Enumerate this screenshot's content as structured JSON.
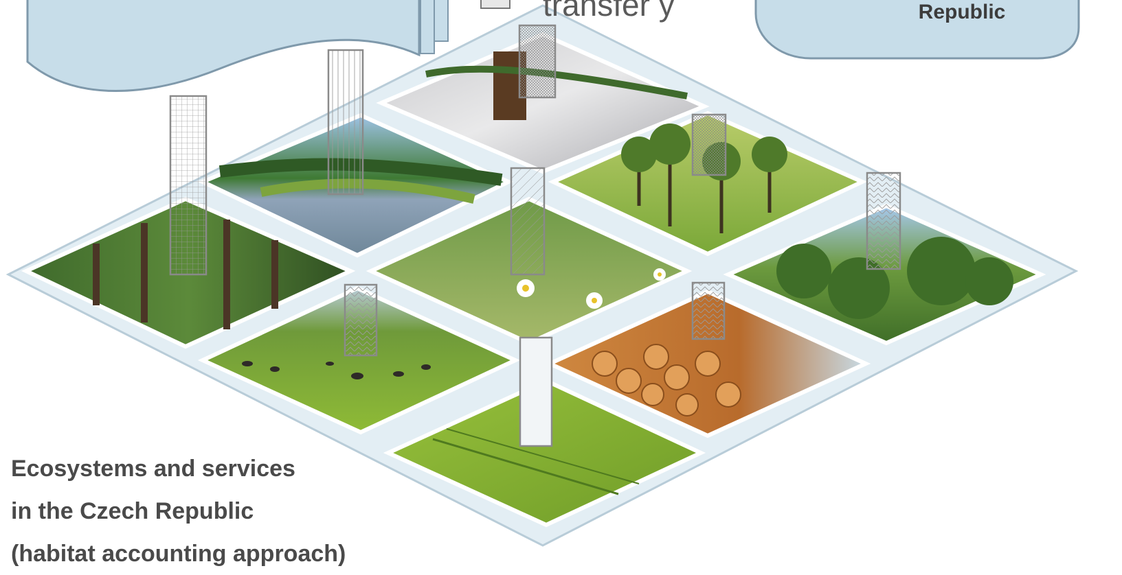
{
  "caption": {
    "line1": "Ecosystems and services",
    "line2": "in the Czech Republic",
    "line3": "(habitat accounting approach)"
  },
  "callout_right": {
    "text": "Republic"
  },
  "callout_center": {
    "text": "transfer y"
  },
  "habitats": [
    {
      "id": "water-reflection",
      "subject": "pond reflection with sky and tree trunk"
    },
    {
      "id": "lake",
      "subject": "lake with reed island"
    },
    {
      "id": "orchard",
      "subject": "orchard with fruit trees"
    },
    {
      "id": "forest",
      "subject": "conifer forest"
    },
    {
      "id": "meadow",
      "subject": "meadow with daisies"
    },
    {
      "id": "woodland",
      "subject": "deciduous woodland"
    },
    {
      "id": "pasture",
      "subject": "pasture with grazing cattle"
    },
    {
      "id": "timber",
      "subject": "stacked logs in pine forest"
    },
    {
      "id": "arable",
      "subject": "green arable field"
    }
  ],
  "colors": {
    "callout_fill": "#c7dde9",
    "callout_stroke": "#7f99ab",
    "grid_fill": "#e3eef4",
    "grid_stroke": "#b8ccd8",
    "caption_text": "#4a4a4a"
  }
}
